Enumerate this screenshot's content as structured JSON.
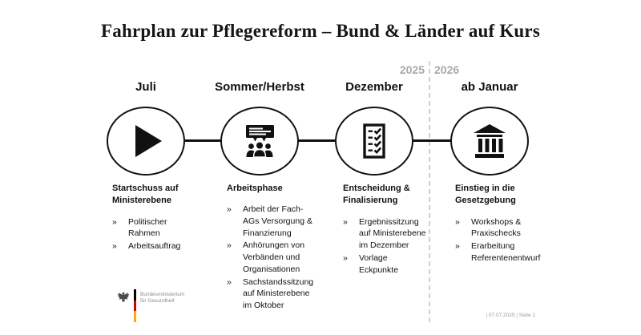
{
  "title": "Fahrplan zur Pflegereform – Bund & Länder auf Kurs",
  "divider": {
    "left_year": "2025",
    "right_year": "2026"
  },
  "bullet_marker": "»",
  "stages": [
    {
      "month": "Juli",
      "icon": "play-icon",
      "heading": "Startschuss auf\nMinisterebene",
      "bullets": [
        "Politischer\nRahmen",
        "Arbeitsauftrag"
      ]
    },
    {
      "month": "Sommer/Herbst",
      "icon": "meeting-presentation-icon",
      "heading": "Arbeitsphase",
      "bullets": [
        "Arbeit der Fach-\nAGs Versorgung &\nFinanzierung",
        "Anhörungen von\nVerbänden und\nOrganisationen",
        "Sachstandssitzung\nauf Ministerebene\nim Oktober"
      ]
    },
    {
      "month": "Dezember",
      "icon": "checklist-icon",
      "heading": "Entscheidung &\nFinalisierung",
      "bullets": [
        "Ergebnissitzung\nauf Ministerebene\nim Dezember",
        "Vorlage\nEckpunkte"
      ]
    },
    {
      "month": "ab Januar",
      "icon": "government-building-icon",
      "heading": "Einstieg in die\nGesetzgebung",
      "bullets": [
        "Workshops &\nPraxischecks",
        "Erarbeitung\nReferentenentwurf"
      ]
    }
  ],
  "logo": {
    "line1": "Bundesministerium",
    "line2": "für Gesundheit"
  },
  "footer": "| 07.07.2025  |  Seite 1",
  "colors": {
    "ink": "#111111",
    "year_gray": "#a9a9a9",
    "divider_gray": "#d2d2d2",
    "logo_gray": "#8c8c8c",
    "flag_black": "#000000",
    "flag_red": "#d40000",
    "flag_gold": "#f0b400"
  }
}
